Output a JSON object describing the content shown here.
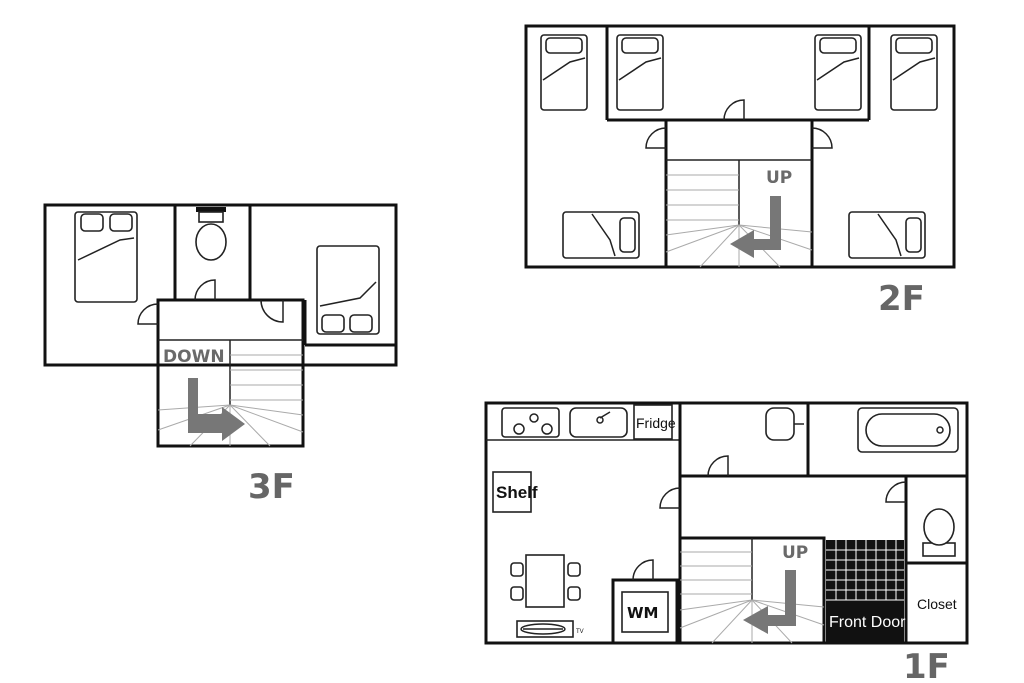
{
  "floors": {
    "f3": {
      "label": "3F",
      "stair_label": "DOWN"
    },
    "f2": {
      "label": "2F",
      "stair_label": "UP"
    },
    "f1": {
      "label": "1F",
      "stair_label": "UP",
      "items": {
        "fridge": "Fridge",
        "shelf": "Shelf",
        "wm": "WM",
        "tv": "TV",
        "front_door": "Front Door",
        "closet": "Closet"
      }
    }
  },
  "colors": {
    "wall": "#111111",
    "label": "#666666",
    "arrow": "#777777",
    "front_door_bg": "#111111"
  },
  "icons": [
    "bed-icon",
    "toilet-icon",
    "door-icon",
    "stair-arrow-icon",
    "stove-icon",
    "sink-icon",
    "bathtub-icon",
    "washbasin-icon",
    "table-icon",
    "tv-icon"
  ]
}
